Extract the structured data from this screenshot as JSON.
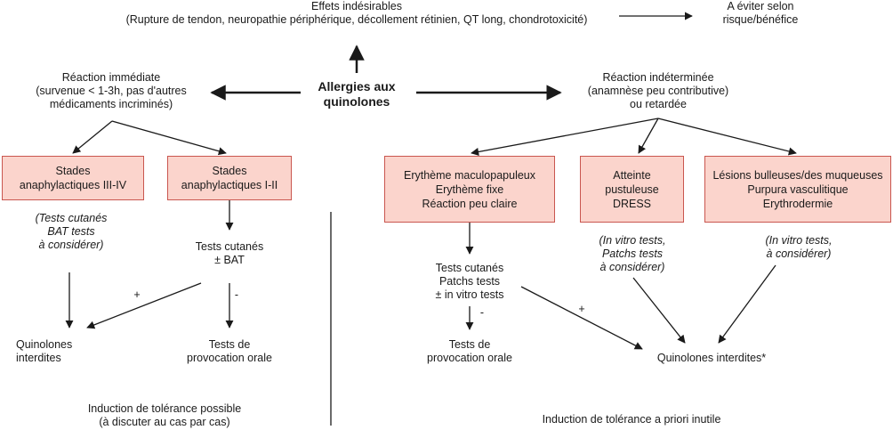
{
  "nodes": {
    "side_effects": "Effets indésirables\n(Rupture de tendon, neuropathie périphérique, décollement rétinien, QT long, chondrotoxicité)",
    "avoid": "A éviter selon\nrisque/bénéfice",
    "center": "Allergies aux\nquinolones",
    "immediate": "Réaction immédiate\n(survenue < 1-3h, pas d'autres\nmédicaments incriminés)",
    "undetermined": "Réaction indéterminée\n(anamnèse peu contributive)\nou retardée",
    "stages_3_4": "Stades\nanaphylactiques III-IV",
    "stages_1_2": "Stades\nanaphylactiques I-II",
    "erythema": "Erythème maculopapuleux\nErythème fixe\nRéaction peu claire",
    "pustular": "Atteinte\npustuleuse\nDRESS",
    "bullous": "Lésions bulleuses/des muqueuses\nPurpura vasculitique\nErythrodermie",
    "left_tests_note": "(Tests cutanés\nBAT tests\nà considérer)",
    "skin_bat": "Tests cutanés\n± BAT",
    "quinolones_forbidden_left": "Quinolones\ninterdites",
    "oral_provocation_left": "Tests de\nprovocation orale",
    "tolerance_possible": "Induction de tolérance possible\n(à discuter au cas par cas)",
    "right_tests": "Tests cutanés\nPatchs tests\n± in vitro tests",
    "invitro_patch_note": "(In vitro tests,\nPatchs tests\nà considérer)",
    "invitro_note": "(In vitro tests,\nà considérer)",
    "oral_provocation_right": "Tests de\nprovocation orale",
    "quinolones_forbidden_right": "Quinolones interdites*",
    "tolerance_useless": "Induction de tolérance a priori inutile"
  },
  "edge_labels": {
    "plus_left": "+",
    "minus_left": "-",
    "minus_right": "-",
    "plus_right": "+"
  },
  "colors": {
    "box_fill": "#fbd4cc",
    "box_border": "#c9564f",
    "line": "#1a1a1a"
  }
}
